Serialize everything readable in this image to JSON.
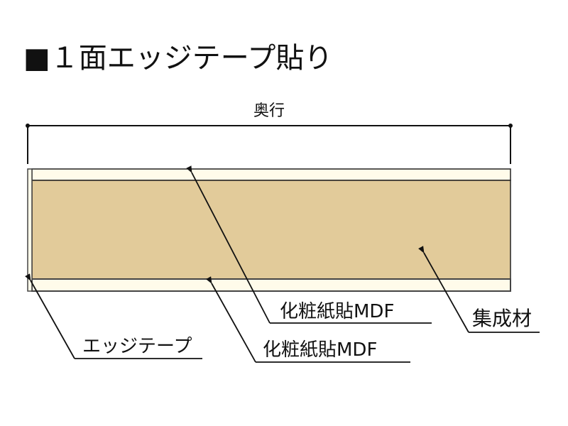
{
  "title": {
    "bullet": "■",
    "text": "１面エッジテープ貼り"
  },
  "dimension": {
    "label": "奥行"
  },
  "labels": {
    "top_mdf": "化粧紙貼MDF",
    "core": "集成材",
    "edge_tape": "エッジテープ",
    "bottom_mdf": "化粧紙貼MDF"
  },
  "colors": {
    "core": "#e2cb9a",
    "mdf": "#fffbea",
    "line": "#222222"
  }
}
